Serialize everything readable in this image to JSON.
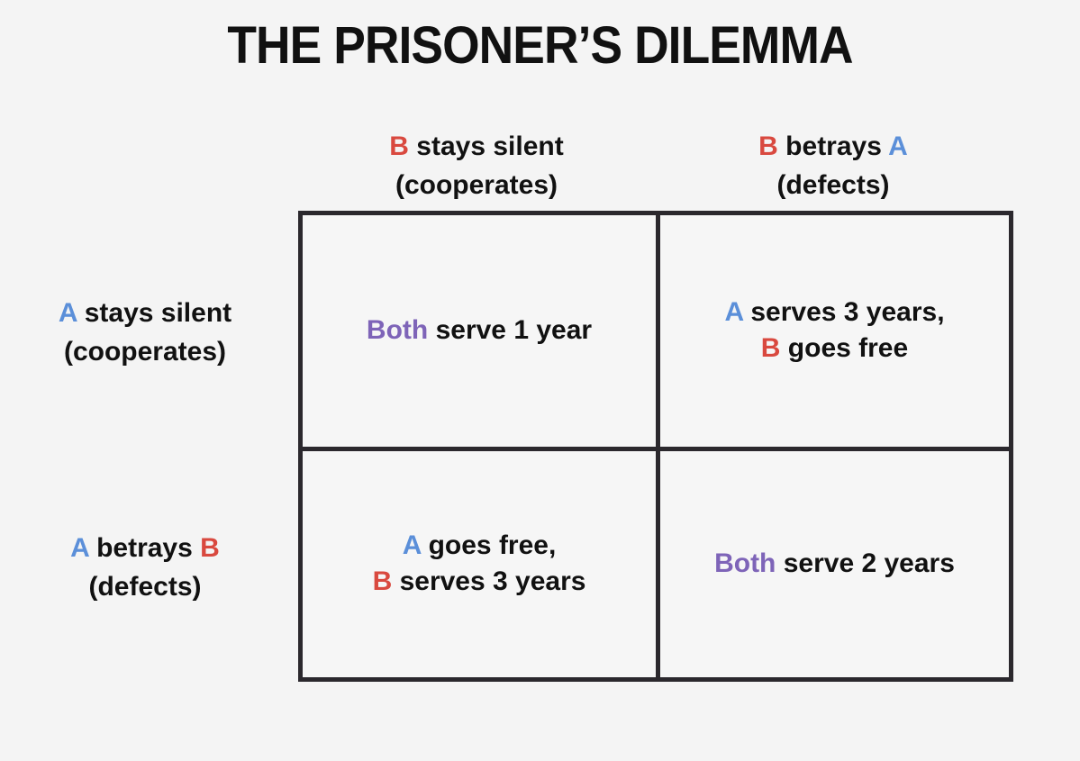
{
  "page": {
    "title": "THE PRISONER’S DILEMMA",
    "background_color": "#f4f4f4",
    "border_color": "#2b282d",
    "cell_background": "#f6f6f6"
  },
  "colors": {
    "player_a": "#5b8fd9",
    "player_b": "#d9493f",
    "both": "#7e64b8",
    "text": "#111111"
  },
  "players": {
    "a_label": "A",
    "b_label": "B",
    "both_label": "Both"
  },
  "column_headers": [
    {
      "line1_prefix": "B",
      "line1_text": " stays silent",
      "line2": "(cooperates)"
    },
    {
      "line1_prefix": "B",
      "line1_text": " betrays ",
      "line1_suffix": "A",
      "line2": "(defects)"
    }
  ],
  "row_headers": [
    {
      "line1_prefix": "A",
      "line1_text": " stays silent",
      "line2": "(cooperates)"
    },
    {
      "line1_prefix": "A",
      "line1_text": " betrays ",
      "line1_suffix": "B",
      "line2": "(defects)"
    }
  ],
  "cells": {
    "silent_silent": {
      "line1_prefix": "Both",
      "line1_text": " serve 1 year"
    },
    "silent_betray": {
      "line1_prefix": "A",
      "line1_text": " serves 3 years,",
      "line2_prefix": "B",
      "line2_text": " goes free"
    },
    "betray_silent": {
      "line1_prefix": "A",
      "line1_text": " goes free,",
      "line2_prefix": "B",
      "line2_text": " serves 3 years"
    },
    "betray_betray": {
      "line1_prefix": "Both",
      "line1_text": " serve 2 years"
    }
  }
}
